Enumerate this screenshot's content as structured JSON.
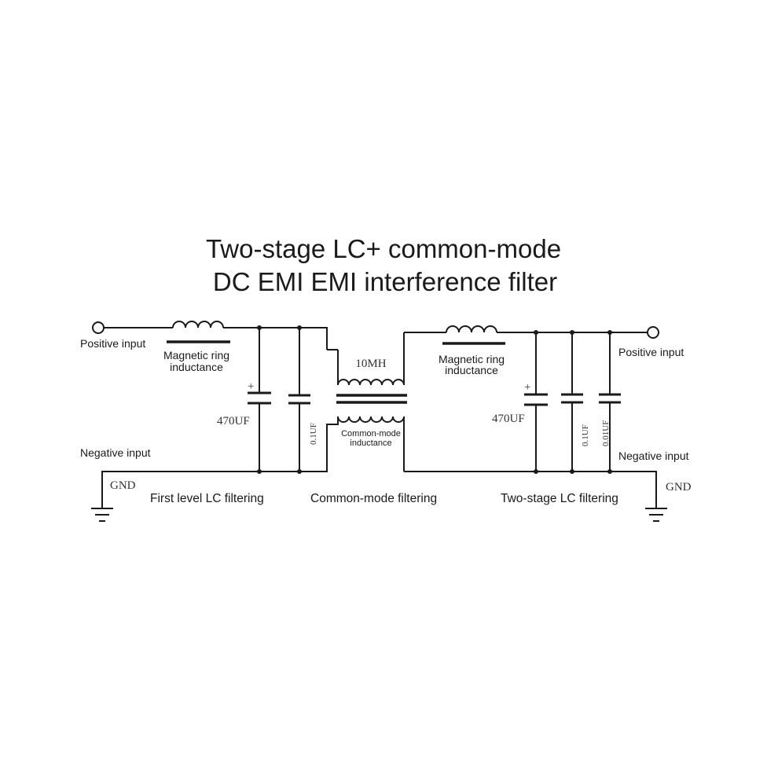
{
  "title": {
    "line1": "Two-stage LC+ common-mode",
    "line2": "DC EMI EMI interference filter"
  },
  "left_terminals": {
    "positive_input": "Positive input",
    "negative_input": "Negative input",
    "gnd": "GND"
  },
  "right_terminals": {
    "positive_input": "Positive input",
    "negative_input": "Negative input",
    "gnd": "GND"
  },
  "inductor_left": {
    "line1": "Magnetic ring",
    "line2": "inductance"
  },
  "inductor_right": {
    "line1": "Magnetic ring",
    "line2": "inductance"
  },
  "common_mode": {
    "value": "10MH",
    "line1": "Common-mode",
    "line2": "inductance"
  },
  "capacitors": {
    "c1_value": "470UF",
    "c1_polarity": "+",
    "c2_value": "0.1UF",
    "c3_value": "470UF",
    "c3_polarity": "+",
    "c4_value": "0.1UF",
    "c5_value": "0.01UF"
  },
  "stages": {
    "first": "First level LC filtering",
    "common": "Common-mode filtering",
    "second": "Two-stage LC filtering"
  },
  "colors": {
    "ink": "#1a1a1a",
    "background": "#ffffff"
  }
}
